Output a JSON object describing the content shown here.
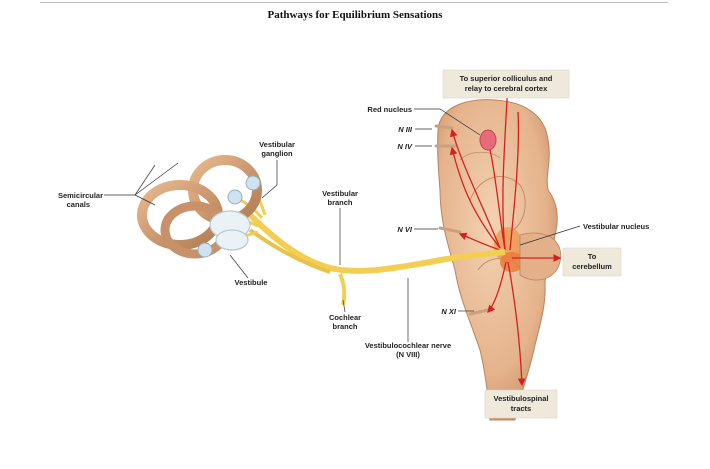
{
  "title": "Pathways for Equilibrium Sensations",
  "labels": {
    "semicircular_canals_line1": "Semicircular",
    "semicircular_canals_line2": "canals",
    "vestibular_ganglion_line1": "Vestibular",
    "vestibular_ganglion_line2": "ganglion",
    "vestibular_branch_line1": "Vestibular",
    "vestibular_branch_line2": "branch",
    "vestibule": "Vestibule",
    "cochlear_branch_line1": "Cochlear",
    "cochlear_branch_line2": "branch",
    "vestibulocochlear_line1": "Vestibulocochlear nerve",
    "vestibulocochlear_line2": "(N VIII)",
    "red_nucleus": "Red nucleus",
    "n3": "N III",
    "n4": "N IV",
    "n6": "N VI",
    "n11": "N XI",
    "vestibular_nucleus": "Vestibular nucleus",
    "superior_line1": "To superior colliculus and",
    "superior_line2": "relay to cerebral cortex",
    "cerebellum_line1": "To",
    "cerebellum_line2": "cerebellum",
    "spinal_line1": "Vestibulospinal",
    "spinal_line2": "tracts"
  },
  "colors": {
    "pathway": "#d42020",
    "nerve": "#f2cf52",
    "tissue": "#e9bc95",
    "label_box": "#efe9dc"
  }
}
